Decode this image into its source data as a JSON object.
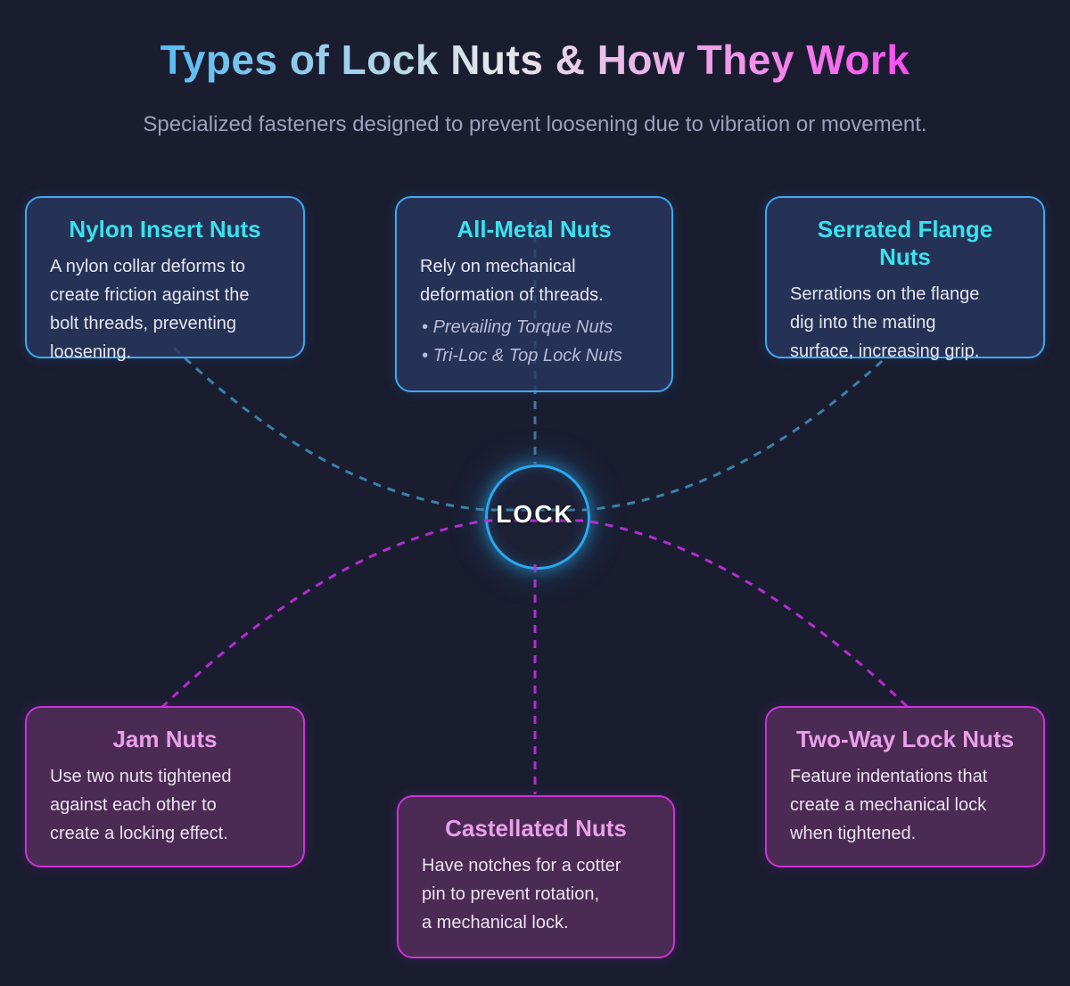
{
  "title": "Types of Lock Nuts & How They Work",
  "subtitle": "Specialized fasteners designed to prevent loosening due to vibration or movement.",
  "center": {
    "label": "LOCK"
  },
  "top_cards": [
    {
      "title": "Nylon Insert Nuts",
      "body": "A nylon collar deforms to\ncreate friction against the\nbolt threads, preventing\nloosening."
    },
    {
      "title": "All-Metal Nuts",
      "body": "Rely on mechanical\ndeformation of threads.",
      "bullets": [
        "Prevailing Torque Nuts",
        "Tri-Loc & Top Lock Nuts"
      ]
    },
    {
      "title": "Serrated Flange Nuts",
      "body": "Serrations on the flange\ndig into the mating\nsurface, increasing grip."
    }
  ],
  "bottom_cards": [
    {
      "title": "Jam Nuts",
      "body": "Use two nuts tightened\nagainst each other to\ncreate a locking effect."
    },
    {
      "title": "Castellated Nuts",
      "body": "Have notches for a cotter\npin to prevent rotation,\na mechanical lock."
    },
    {
      "title": "Two-Way Lock Nuts",
      "body": "Feature indentations that\ncreate a mechanical lock\nwhen tightened."
    }
  ],
  "colors": {
    "background": "#1a1d30",
    "title_gradient_start": "#2fb1f6",
    "title_gradient_end": "#f51ef1",
    "top_accent": "#38e3ee",
    "top_border": "#3fa9f0",
    "bottom_accent": "#e9a0e9",
    "bottom_border": "#cb33d6",
    "hub_ring": "#2aa8f0",
    "top_connector": "#3e86ae",
    "top_connector_vertical": "#4579a6",
    "bottom_connector": "#bc2ed8"
  }
}
